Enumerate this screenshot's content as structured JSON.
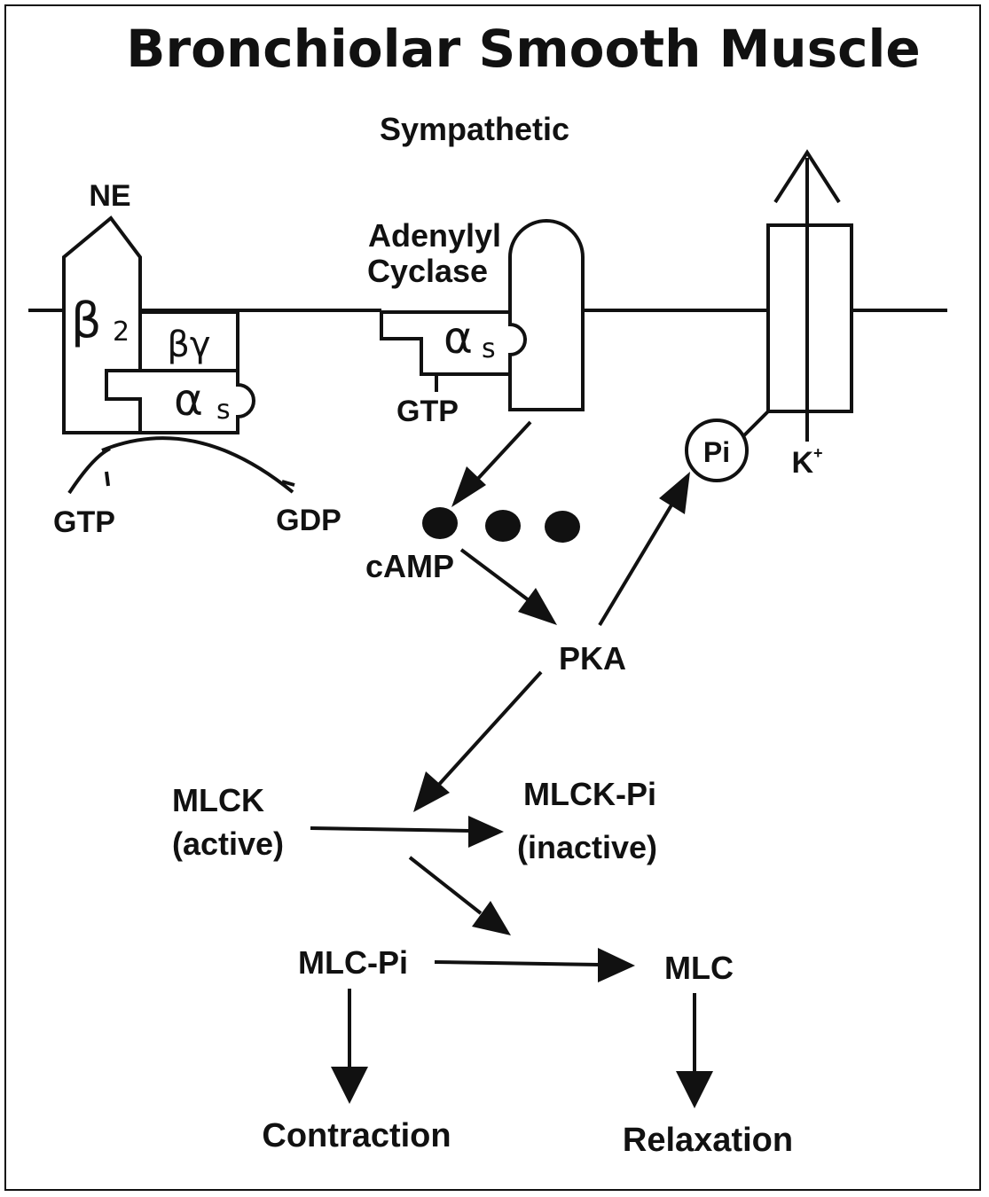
{
  "title": "Bronchiolar Smooth Muscle",
  "sympathetic": "Sympathetic",
  "receptor": {
    "ligand": "NE",
    "beta": "β",
    "beta_sub": "2",
    "beta_gamma": "βγ",
    "alpha": "α",
    "alpha_sub": "s",
    "gtp": "GTP",
    "gdp": "GDP"
  },
  "cyclase": {
    "line1": "Adenylyl",
    "line2": "Cyclase",
    "alpha": "α",
    "alpha_sub": "s",
    "gtp": "GTP"
  },
  "camp": "cAMP",
  "pka": "PKA",
  "channel": {
    "pi": "Pi",
    "ion": "K",
    "ion_charge": "+"
  },
  "mlck": {
    "active_line1": "MLCK",
    "active_line2": "(active)",
    "inactive_line1": "MLCK-Pi",
    "inactive_line2": "(inactive)"
  },
  "mlc_pi": "MLC-Pi",
  "mlc": "MLC",
  "contraction": "Contraction",
  "relaxation": "Relaxation"
}
